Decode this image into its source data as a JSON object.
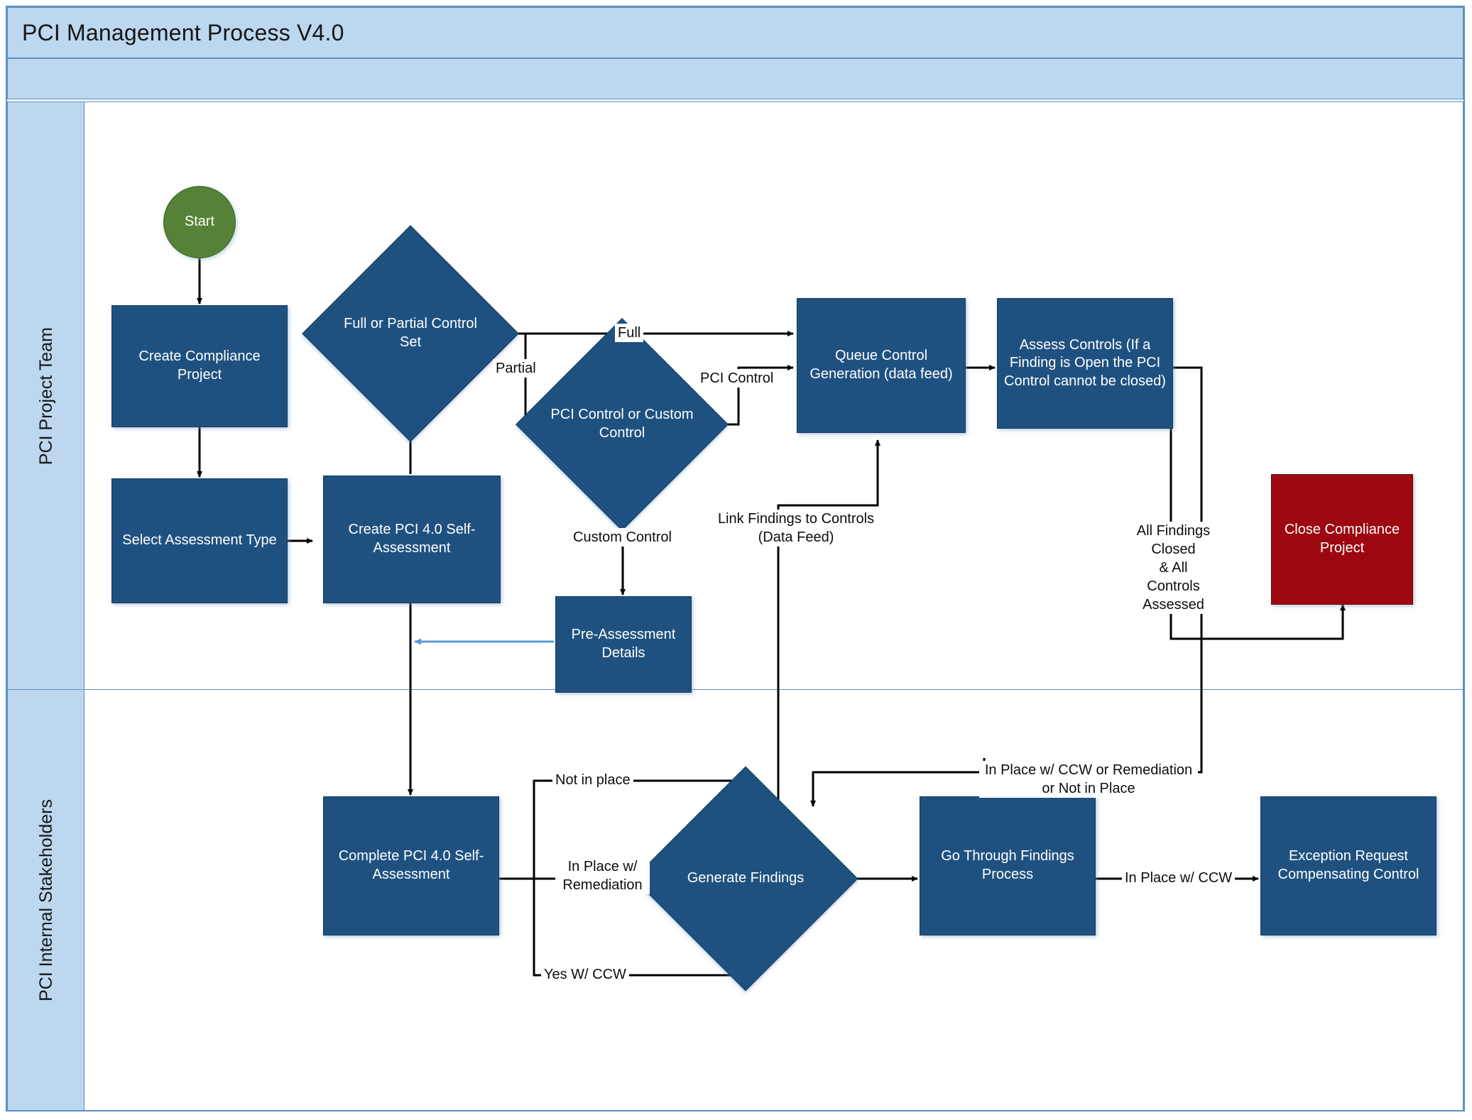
{
  "header": {
    "title": "PCI Management Process V4.0"
  },
  "lanes": [
    {
      "id": "pci-project-team",
      "label": "PCI Project Team"
    },
    {
      "id": "pci-internal-stakeholders",
      "label": "PCI Internal Stakeholders"
    }
  ],
  "colors": {
    "lane_fill": "#bcd7ee",
    "lane_border": "#5b8fc4",
    "process_fill": "#1f5180",
    "terminator_fill": "#558236",
    "close_fill": "#9e0710",
    "connector": "#000000",
    "dashed_connector": "#5b9bd5"
  },
  "nodes": {
    "start": "Start",
    "create_compliance_project": "Create Compliance Project",
    "select_assessment_type": "Select Assessment Type",
    "create_pci_self_assessment": "Create PCI 4.0 Self-Assessment",
    "full_or_partial_control_set": "Full or Partial Control Set",
    "pci_control_or_custom_control": "PCI Control or Custom Control",
    "pre_assessment_details": "Pre-Assessment Details",
    "queue_control_generation": "Queue Control Generation (data feed)",
    "assess_controls": "Assess Controls (If a Finding is Open the PCI Control cannot be closed)",
    "close_compliance_project": "Close Compliance Project",
    "complete_pci_self_assessment": "Complete PCI 4.0 Self-Assessment",
    "generate_findings": "Generate Findings",
    "go_through_findings_process": "Go Through Findings Process",
    "exception_request_compensating_control": "Exception Request Compensating Control"
  },
  "edge_labels": {
    "full": "Full",
    "partial": "Partial",
    "pci_control": "PCI Control",
    "custom_control": "Custom Control",
    "link_findings_to_controls": "Link Findings to Controls\n(Data Feed)",
    "all_findings_closed": "All Findings\nClosed\n& All\nControls\nAssessed",
    "in_place_ccw_or_remediation": "In Place w/ CCW or Remediation\nor Not in Place",
    "not_in_place": "Not in place",
    "in_place_w_remediation": "In Place w/\nRemediation",
    "yes_w_ccw": "Yes W/ CCW",
    "in_place_w_ccw": "In Place w/ CCW"
  }
}
